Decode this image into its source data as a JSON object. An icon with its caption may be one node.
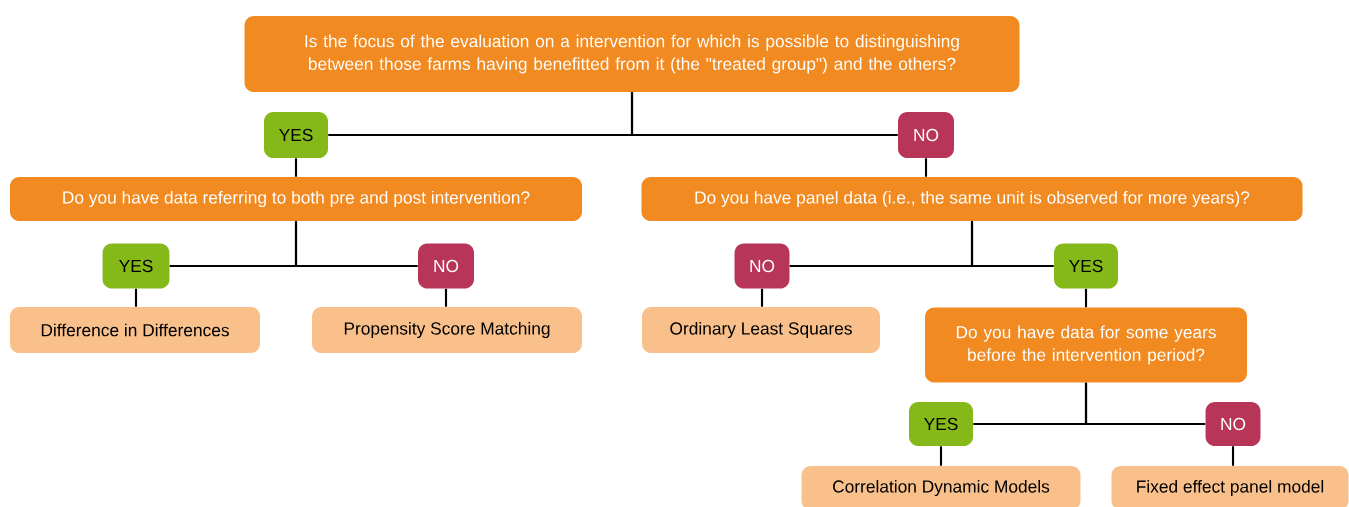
{
  "diagram": {
    "nodes": [
      {
        "text": [
          "Is the focus of the evaluation on a intervention for which is possible to distinguishing between those farms having benefitted from it (the \"treated group\") and the others?"
        ]
      },
      {
        "text": [
          "YES"
        ]
      },
      {
        "text": [
          "NO"
        ]
      },
      {
        "text": [
          "Do you have data referring to both pre and post intervention?"
        ]
      },
      {
        "text": [
          "Do you have panel data (i.e., the same unit is observed for more years)?"
        ]
      },
      {
        "text": [
          "YES"
        ]
      },
      {
        "text": [
          "NO"
        ]
      },
      {
        "text": [
          "NO"
        ]
      },
      {
        "text": [
          "YES"
        ]
      },
      {
        "text": [
          "Difference in Differences"
        ]
      },
      {
        "text": [
          "Propensity Score Matching"
        ]
      },
      {
        "text": [
          "Ordinary Least Squares"
        ]
      },
      {
        "text": [
          "Do you have data for some years before the intervention period?"
        ]
      },
      {
        "text": [
          "YES"
        ]
      },
      {
        "text": [
          "NO"
        ]
      },
      {
        "text": [
          "Correlation Dynamic Models"
        ]
      },
      {
        "text": [
          "Fixed effect panel model"
        ]
      }
    ],
    "edges": [
      {
        "from": 0,
        "to": 1,
        "arrow": "none"
      },
      {
        "from": 0,
        "to": 2,
        "arrow": "none"
      },
      {
        "from": 1,
        "to": 3,
        "arrow": "none"
      },
      {
        "from": 2,
        "to": 4,
        "arrow": "none"
      },
      {
        "from": 3,
        "to": 5,
        "arrow": "none"
      },
      {
        "from": 3,
        "to": 6,
        "arrow": "none"
      },
      {
        "from": 5,
        "to": 9,
        "arrow": "none"
      },
      {
        "from": 6,
        "to": 10,
        "arrow": "none"
      },
      {
        "from": 4,
        "to": 7,
        "arrow": "none"
      },
      {
        "from": 4,
        "to": 8,
        "arrow": "none"
      },
      {
        "from": 7,
        "to": 11,
        "arrow": "none"
      },
      {
        "from": 8,
        "to": 12,
        "arrow": "none"
      },
      {
        "from": 12,
        "to": 13,
        "arrow": "none"
      },
      {
        "from": 12,
        "to": 14,
        "arrow": "none"
      },
      {
        "from": 13,
        "to": 15,
        "arrow": "none"
      },
      {
        "from": 14,
        "to": 16,
        "arrow": "none"
      }
    ]
  }
}
